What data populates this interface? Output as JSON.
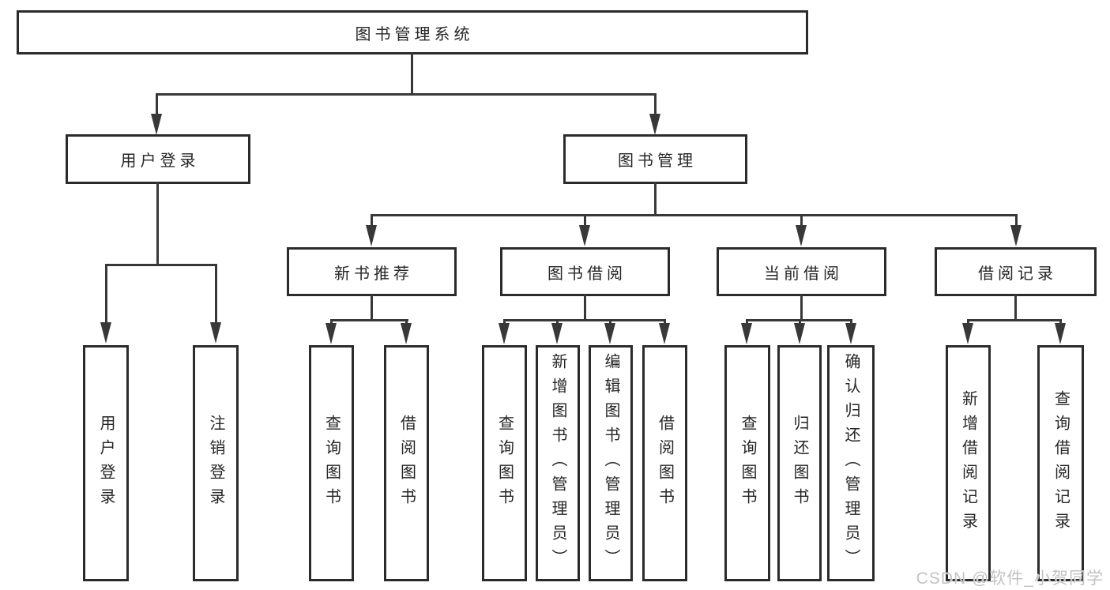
{
  "tree": {
    "root": "图书管理系统",
    "children": [
      {
        "label": "用户登录",
        "children": [
          {
            "label": "用户登录"
          },
          {
            "label": "注销登录"
          }
        ]
      },
      {
        "label": "图书管理",
        "children": [
          {
            "label": "新书推荐",
            "children": [
              {
                "label": "查询图书"
              },
              {
                "label": "借阅图书"
              }
            ]
          },
          {
            "label": "图书借阅",
            "children": [
              {
                "label": "查询图书"
              },
              {
                "label": "新增图书（管理员）"
              },
              {
                "label": "编辑图书（管理员）"
              },
              {
                "label": "借阅图书"
              }
            ]
          },
          {
            "label": "当前借阅",
            "children": [
              {
                "label": "查询图书"
              },
              {
                "label": "归还图书"
              },
              {
                "label": "确认归还（管理员）"
              }
            ]
          },
          {
            "label": "借阅记录",
            "children": [
              {
                "label": "新增借阅记录"
              },
              {
                "label": "查询借阅记录"
              }
            ]
          }
        ]
      }
    ]
  },
  "watermark": {
    "text": "CSDN @软件_小贺同学"
  },
  "colors": {
    "line": "#383838",
    "border": "#2b2b2b",
    "text": "#262626",
    "watermark": "#c3c3c3",
    "background": "#ffffff"
  }
}
